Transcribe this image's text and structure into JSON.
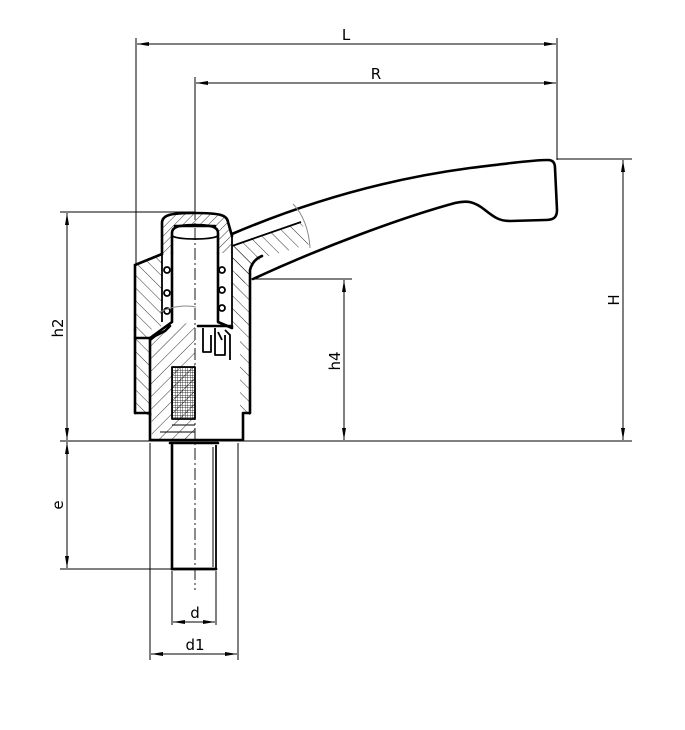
{
  "drawing": {
    "title": "Cam lever with threaded stud - dimensional drawing",
    "colors": {
      "line": "#000000",
      "background": "#ffffff",
      "hatch": "#000000"
    }
  },
  "dimensions": {
    "L": {
      "label": "L",
      "orientation": "horizontal"
    },
    "R": {
      "label": "R",
      "orientation": "horizontal"
    },
    "H": {
      "label": "H",
      "orientation": "vertical"
    },
    "h2": {
      "label": "h2",
      "orientation": "vertical"
    },
    "h4": {
      "label": "h4",
      "orientation": "vertical"
    },
    "e": {
      "label": "e",
      "orientation": "vertical"
    },
    "d": {
      "label": "d",
      "orientation": "horizontal"
    },
    "d1": {
      "label": "d1",
      "orientation": "horizontal"
    }
  }
}
